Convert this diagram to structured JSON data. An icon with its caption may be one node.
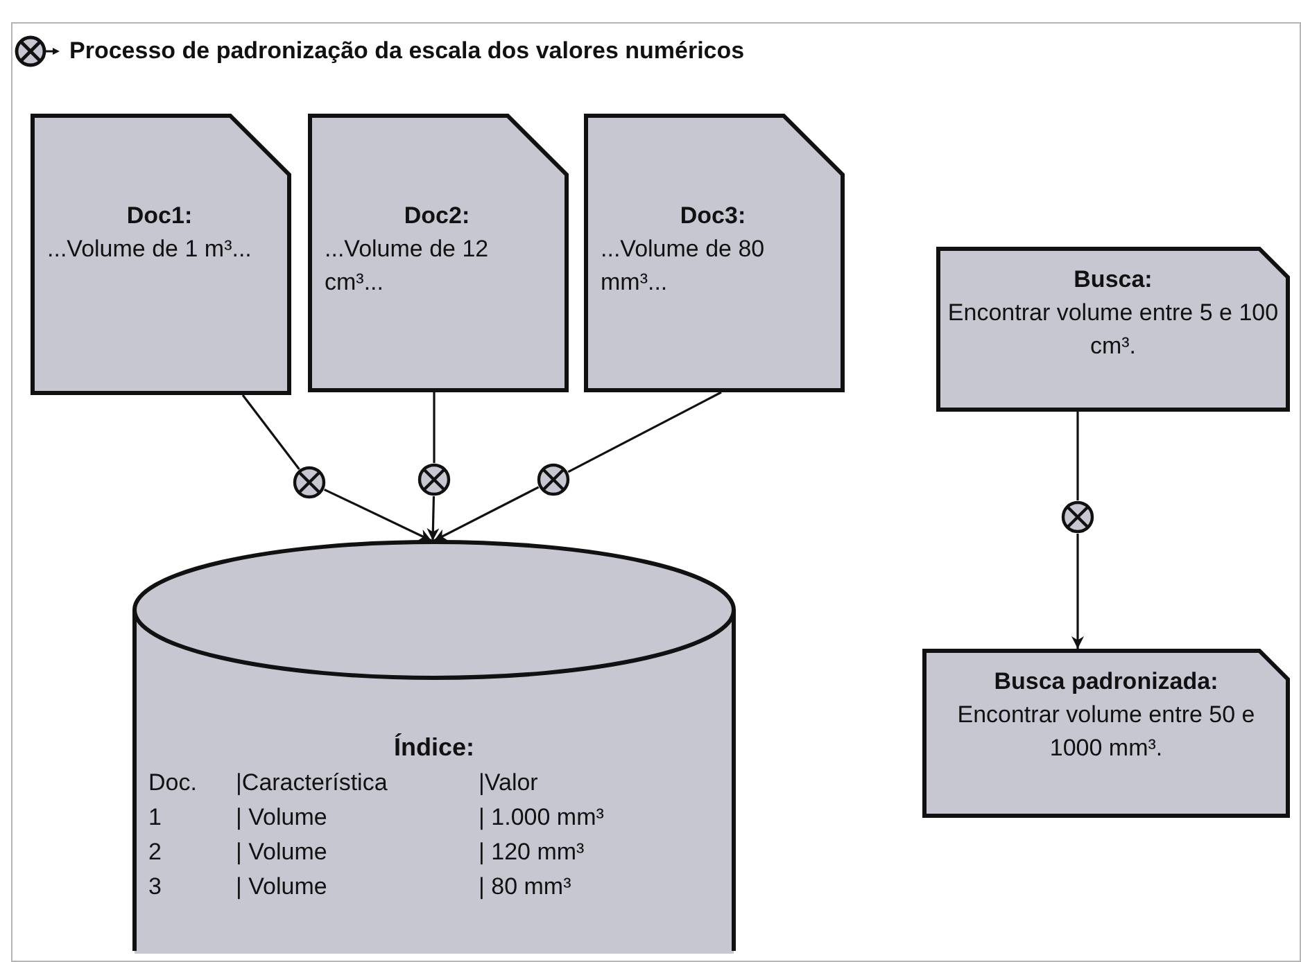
{
  "diagram": {
    "nodes": [
      {
        "text": [
          "Doc1:",
          "...Volume de 1 m³..."
        ]
      },
      {
        "text": [
          "Doc2:",
          "...Volume de 12 cm³..."
        ]
      },
      {
        "text": [
          "Doc3:",
          "...Volume de 80 mm³..."
        ]
      },
      {
        "text": [
          "Busca:",
          "Encontrar volume entre 5 e 100 cm³."
        ]
      },
      {
        "text": [],
        "shape": "circle"
      },
      {
        "text": [],
        "shape": "circle"
      },
      {
        "text": [],
        "shape": "circle"
      },
      {
        "text": [],
        "shape": "circle"
      },
      {
        "text": [
          "Índice:",
          "Doc.",
          "|Característica",
          "|Valor",
          "1",
          "| Volume",
          "| 1.000 mm³",
          "2",
          "| Volume",
          "| 120 mm³",
          "3",
          "| Volume",
          "| 80 mm³"
        ]
      },
      {
        "text": [
          "Busca padronizada:",
          "Encontrar volume entre 50 e 1000 mm³."
        ]
      }
    ],
    "edges": [
      {
        "from": 0,
        "to": 4,
        "arrow": "none"
      },
      {
        "from": 4,
        "to": 8,
        "arrow": "to"
      },
      {
        "from": 1,
        "to": 5,
        "arrow": "none"
      },
      {
        "from": 5,
        "to": 8,
        "arrow": "to"
      },
      {
        "from": 2,
        "to": 6,
        "arrow": "none"
      },
      {
        "from": 6,
        "to": 8,
        "arrow": "to"
      },
      {
        "from": 3,
        "to": 7,
        "arrow": "none"
      },
      {
        "from": 7,
        "to": 9,
        "arrow": "to"
      }
    ],
    "legend": [
      {
        "text": "Processo de padronização da escala dos valores numéricos"
      }
    ]
  }
}
